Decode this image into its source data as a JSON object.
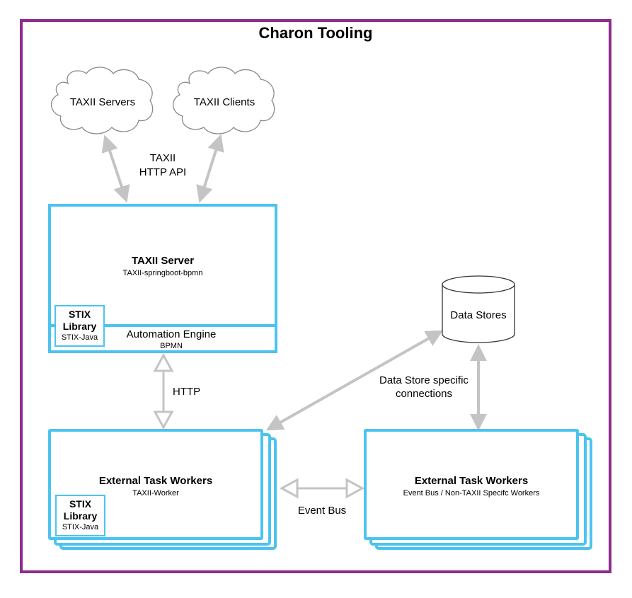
{
  "title": "Charon Tooling",
  "colors": {
    "frame": "#8e2b8c",
    "box_border": "#4cc3ef",
    "arrow": "#c4c4c4",
    "cloud_border": "#8a8a8a"
  },
  "clouds": {
    "servers": "TAXII Servers",
    "clients": "TAXII Clients"
  },
  "api_label": {
    "line1": "TAXII",
    "line2": "HTTP API"
  },
  "taxii_server": {
    "title": "TAXII Server",
    "subtitle": "TAXII-springboot-bpmn"
  },
  "automation_engine": {
    "title": "Automation Engine",
    "subtitle": "BPMN"
  },
  "stix_library": {
    "line1": "STIX",
    "line2": "Library",
    "sub": "STIX-Java"
  },
  "http_label": "HTTP",
  "data_stores": "Data Stores",
  "data_store_connections": {
    "line1": "Data Store specific",
    "line2": "connections"
  },
  "worker_left": {
    "title": "External Task Workers",
    "subtitle": "TAXII-Worker"
  },
  "worker_right": {
    "title": "External Task Workers",
    "subtitle": "Event Bus / Non-TAXII Specifc Workers"
  },
  "event_bus_label": "Event Bus"
}
